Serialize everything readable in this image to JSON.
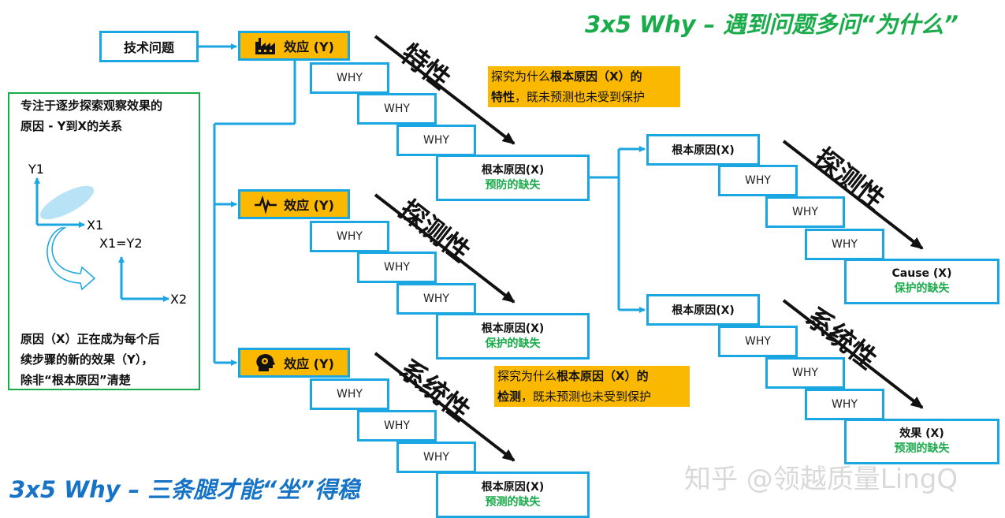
{
  "title_top": "3x5 Why – 遇到问题多问“为什么”",
  "title_bottom": "3x5 Why – 三条腿才能“坐”得稳",
  "start_box": "技术问题",
  "effect_label": "效应 (Y)",
  "why_label": "WHY",
  "left_panel": {
    "text_top_line1": "专注于逐步探索观察效果的",
    "text_top_line2": "原因 - Y到X的关系",
    "axis_y1": "Y1",
    "axis_x1": "X1",
    "axis_x1y2": "X1=Y2",
    "axis_x2": "X2",
    "text_bottom_line1": "原因（X）正在成为每个后",
    "text_bottom_line2": "续步骤的新的效果（Y），",
    "text_bottom_line3": "除非“根本原因”清楚"
  },
  "diag_labels": {
    "top": "特性",
    "mid": "探测性",
    "bot": "系统性",
    "right_top": "探测性",
    "right_bot": "系统性"
  },
  "notes": {
    "top_line1_pre": "探究为什么",
    "top_line1_bold": "根本原因（X）的",
    "top_line2_bold": "特性",
    "top_line2_post": "，既未预测也未受到保护",
    "bot_line1_pre": "探究为什么",
    "bot_line1_bold": "根本原因（X）的",
    "bot_line2_bold": "检测",
    "bot_line2_post": "，既未预测也未受到保护"
  },
  "root_cause_label": "根本原因(X)",
  "branches": [
    {
      "root_sub": "预防的缺失"
    },
    {
      "root_sub": "保护的缺失"
    },
    {
      "root_sub": "预测的缺失"
    }
  ],
  "right_branches": [
    {
      "head": "根本原因(X)",
      "end_title": "Cause (X)",
      "end_sub": "保护的缺失"
    },
    {
      "head": "根本原因(X)",
      "end_title": "效果 (X)",
      "end_sub": "预测的缺失"
    }
  ],
  "watermark": "知乎 @领越质量LingQ",
  "colors": {
    "accent_blue": "#1aa6e0",
    "effect_fill": "#fbb800",
    "green": "#1aab4b",
    "title_blue": "#1673c6"
  },
  "icons": [
    "factory-icon",
    "pulse-icon",
    "head-gear-icon"
  ]
}
